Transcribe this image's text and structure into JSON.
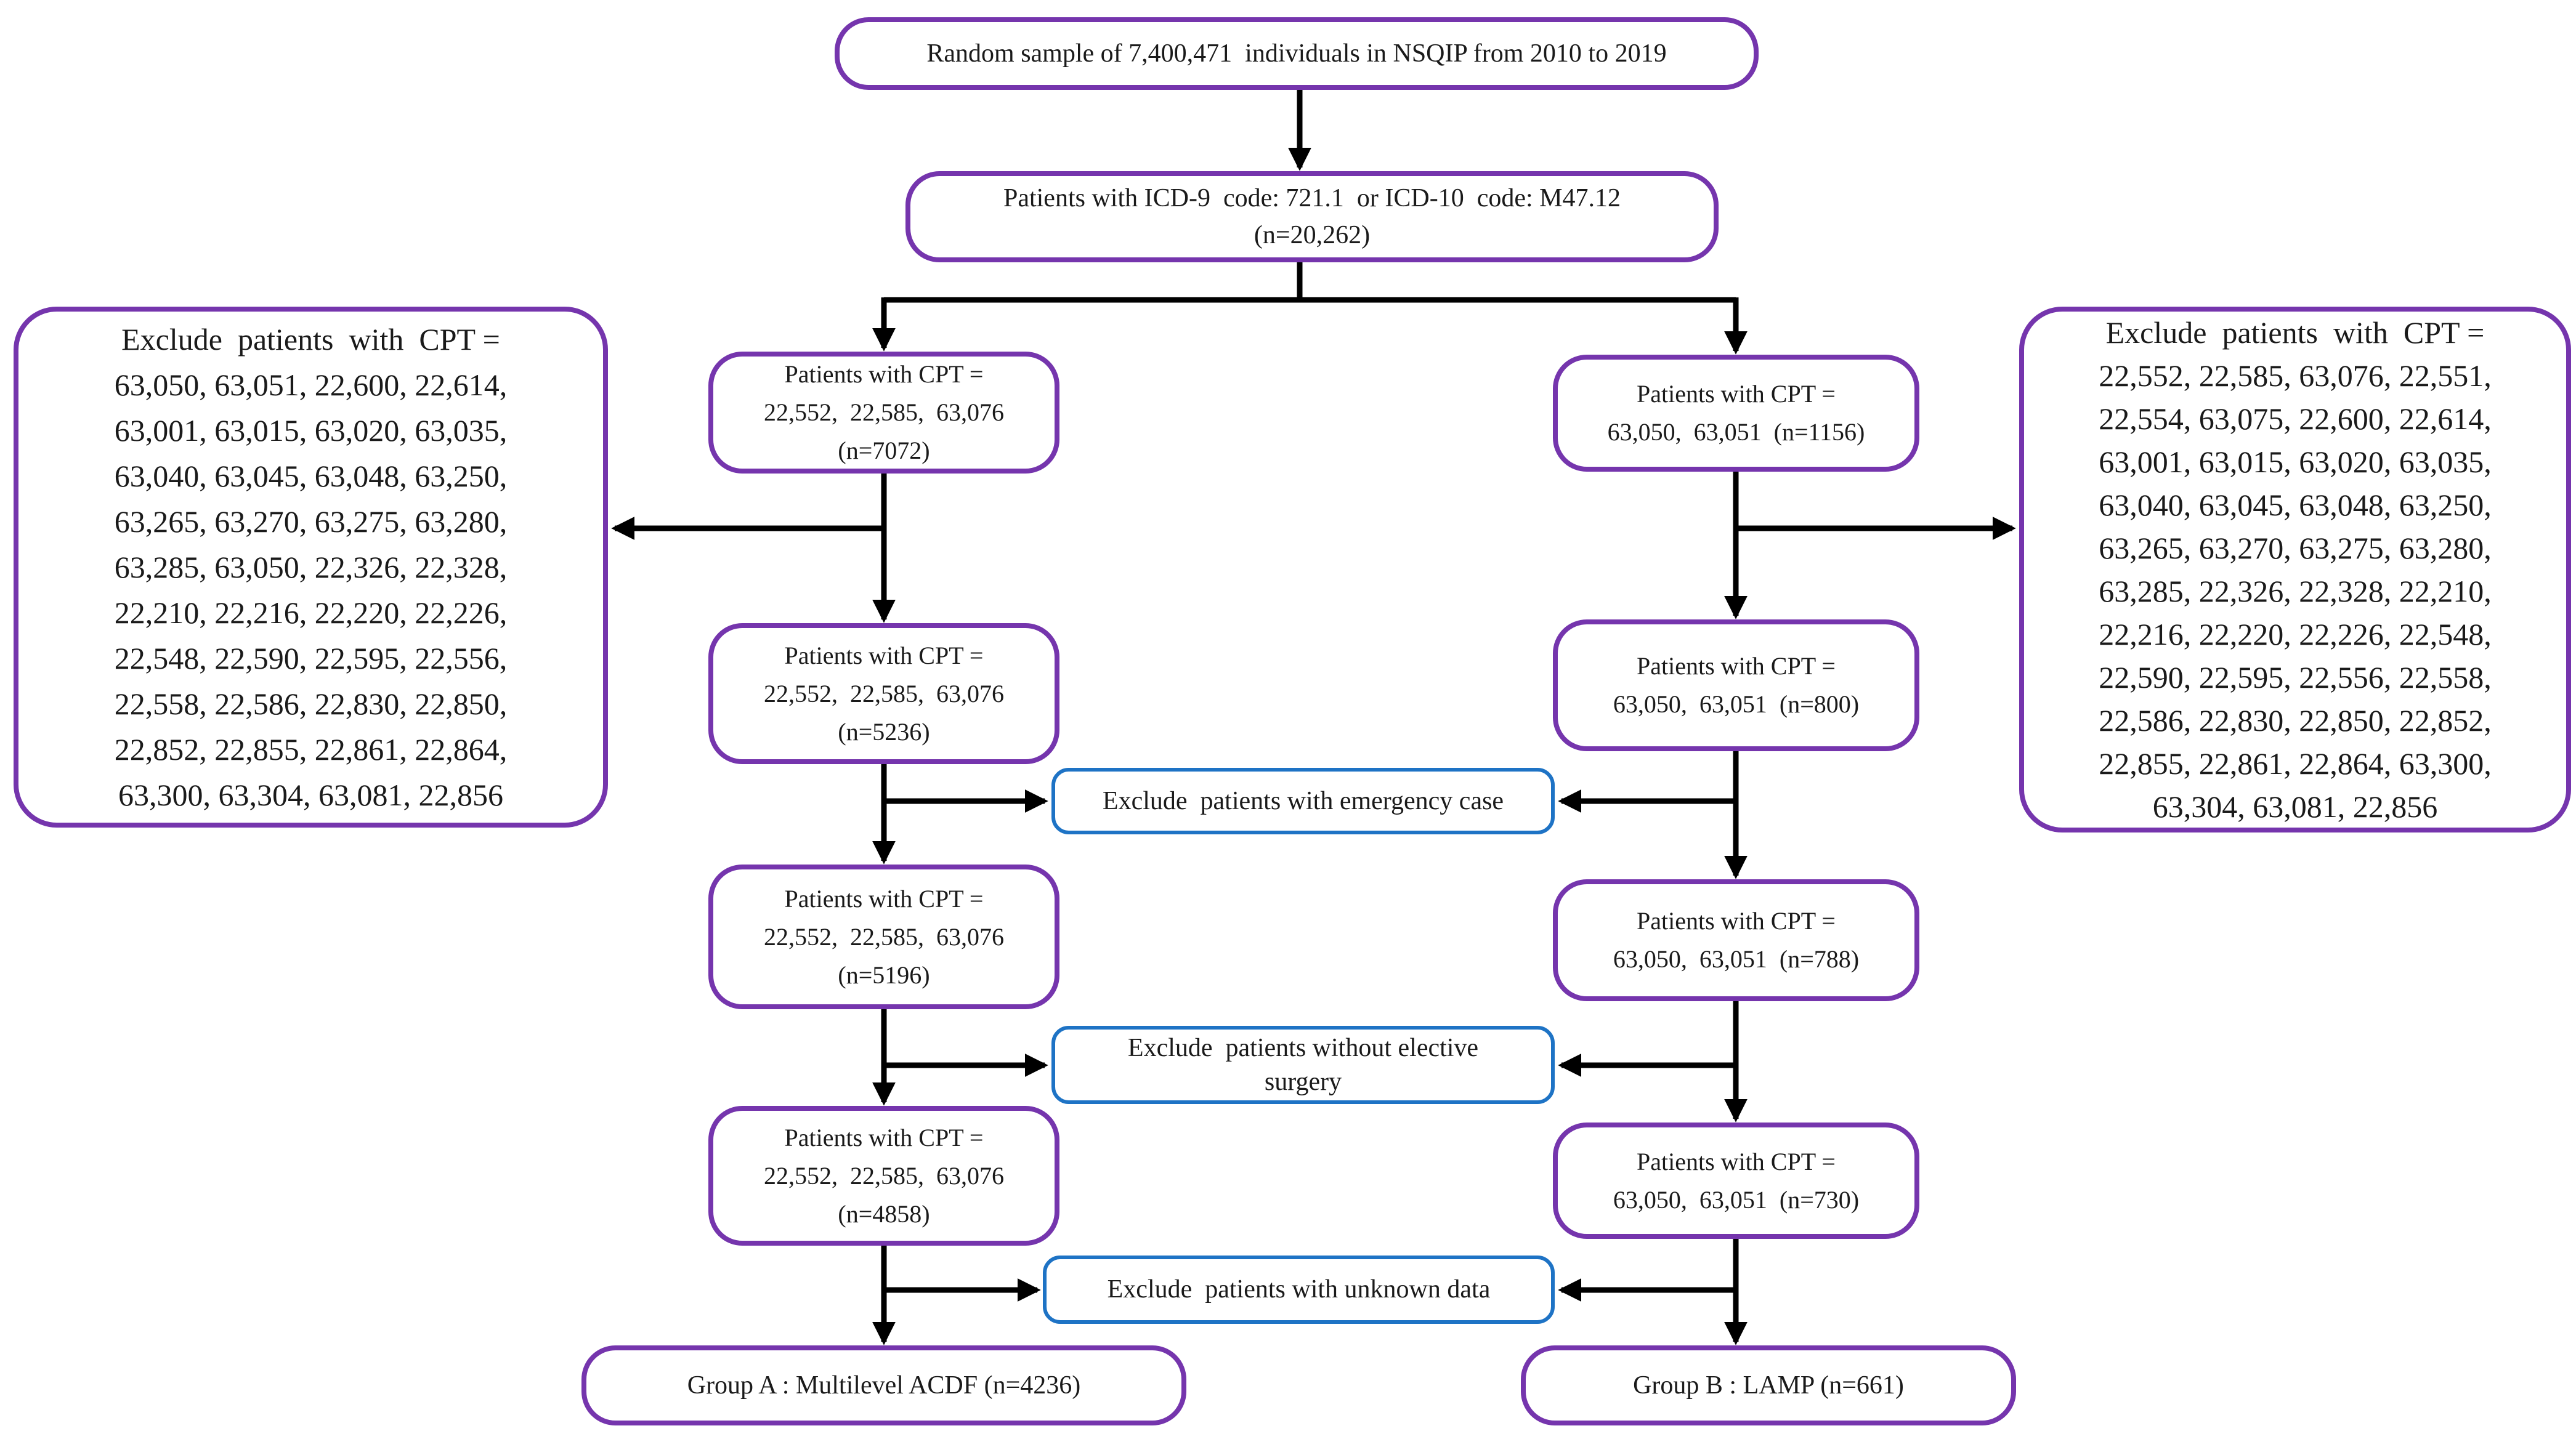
{
  "flowchart": {
    "colors": {
      "node_border": "#7535AD",
      "exclude_border": "#1E73C5",
      "arrow": "#000000",
      "background": "#ffffff",
      "text": "#1a1a1a"
    },
    "nodes": {
      "top": {
        "lines": [
          "Random sample of 7,400,471  individuals in NSQIP from 2010 to 2019"
        ]
      },
      "icd": {
        "lines": [
          "Patients with ICD-9  code: 721.1  or ICD-10  code: M47.12",
          "(n=20,262)"
        ]
      },
      "exclude_left": {
        "lines": [
          "Exclude  patients  with  CPT =",
          "63,050, 63,051, 22,600, 22,614,",
          "63,001, 63,015, 63,020, 63,035,",
          "63,040, 63,045, 63,048, 63,250,",
          "63,265, 63,270, 63,275, 63,280,",
          "63,285, 63,050, 22,326, 22,328,",
          "22,210, 22,216, 22,220, 22,226,",
          "22,548, 22,590, 22,595, 22,556,",
          "22,558, 22,586, 22,830, 22,850,",
          "22,852, 22,855, 22,861, 22,864,",
          "63,300, 63,304, 63,081, 22,856"
        ]
      },
      "exclude_right": {
        "lines": [
          "Exclude  patients  with  CPT =",
          "22,552, 22,585, 63,076, 22,551,",
          "22,554, 63,075, 22,600, 22,614,",
          "63,001, 63,015, 63,020, 63,035,",
          "63,040, 63,045, 63,048, 63,250,",
          "63,265, 63,270, 63,275, 63,280,",
          "63,285, 22,326, 22,328, 22,210,",
          "22,216, 22,220, 22,226, 22,548,",
          "22,590, 22,595, 22,556, 22,558,",
          "22,586, 22,830, 22,850, 22,852,",
          "22,855, 22,861, 22,864, 63,300,",
          "63,304, 63,081, 22,856"
        ]
      },
      "acdf1": {
        "lines": [
          "Patients with CPT =",
          "22,552,  22,585,  63,076",
          "(n=7072)"
        ]
      },
      "lamp1": {
        "lines": [
          "Patients with CPT =",
          "63,050,  63,051  (n=1156)"
        ]
      },
      "acdf2": {
        "lines": [
          "Patients with CPT =",
          "22,552,  22,585,  63,076",
          "(n=5236)"
        ]
      },
      "lamp2": {
        "lines": [
          "Patients with CPT =",
          "63,050,  63,051  (n=800)"
        ]
      },
      "exclude_emergency": {
        "lines": [
          "Exclude  patients with emergency case"
        ]
      },
      "acdf3": {
        "lines": [
          "Patients with CPT =",
          "22,552,  22,585,  63,076",
          "(n=5196)"
        ]
      },
      "lamp3": {
        "lines": [
          "Patients with CPT =",
          "63,050,  63,051  (n=788)"
        ]
      },
      "exclude_elective": {
        "lines": [
          "Exclude  patients without elective",
          "surgery"
        ]
      },
      "acdf4": {
        "lines": [
          "Patients with CPT =",
          "22,552,  22,585,  63,076",
          "(n=4858)"
        ]
      },
      "lamp4": {
        "lines": [
          "Patients with CPT =",
          "63,050,  63,051  (n=730)"
        ]
      },
      "exclude_unknown": {
        "lines": [
          "Exclude  patients with unknown data"
        ]
      },
      "group_a": {
        "lines": [
          "Group A : Multilevel ACDF (n=4236)"
        ]
      },
      "group_b": {
        "lines": [
          "Group B : LAMP (n=661)"
        ]
      }
    }
  }
}
